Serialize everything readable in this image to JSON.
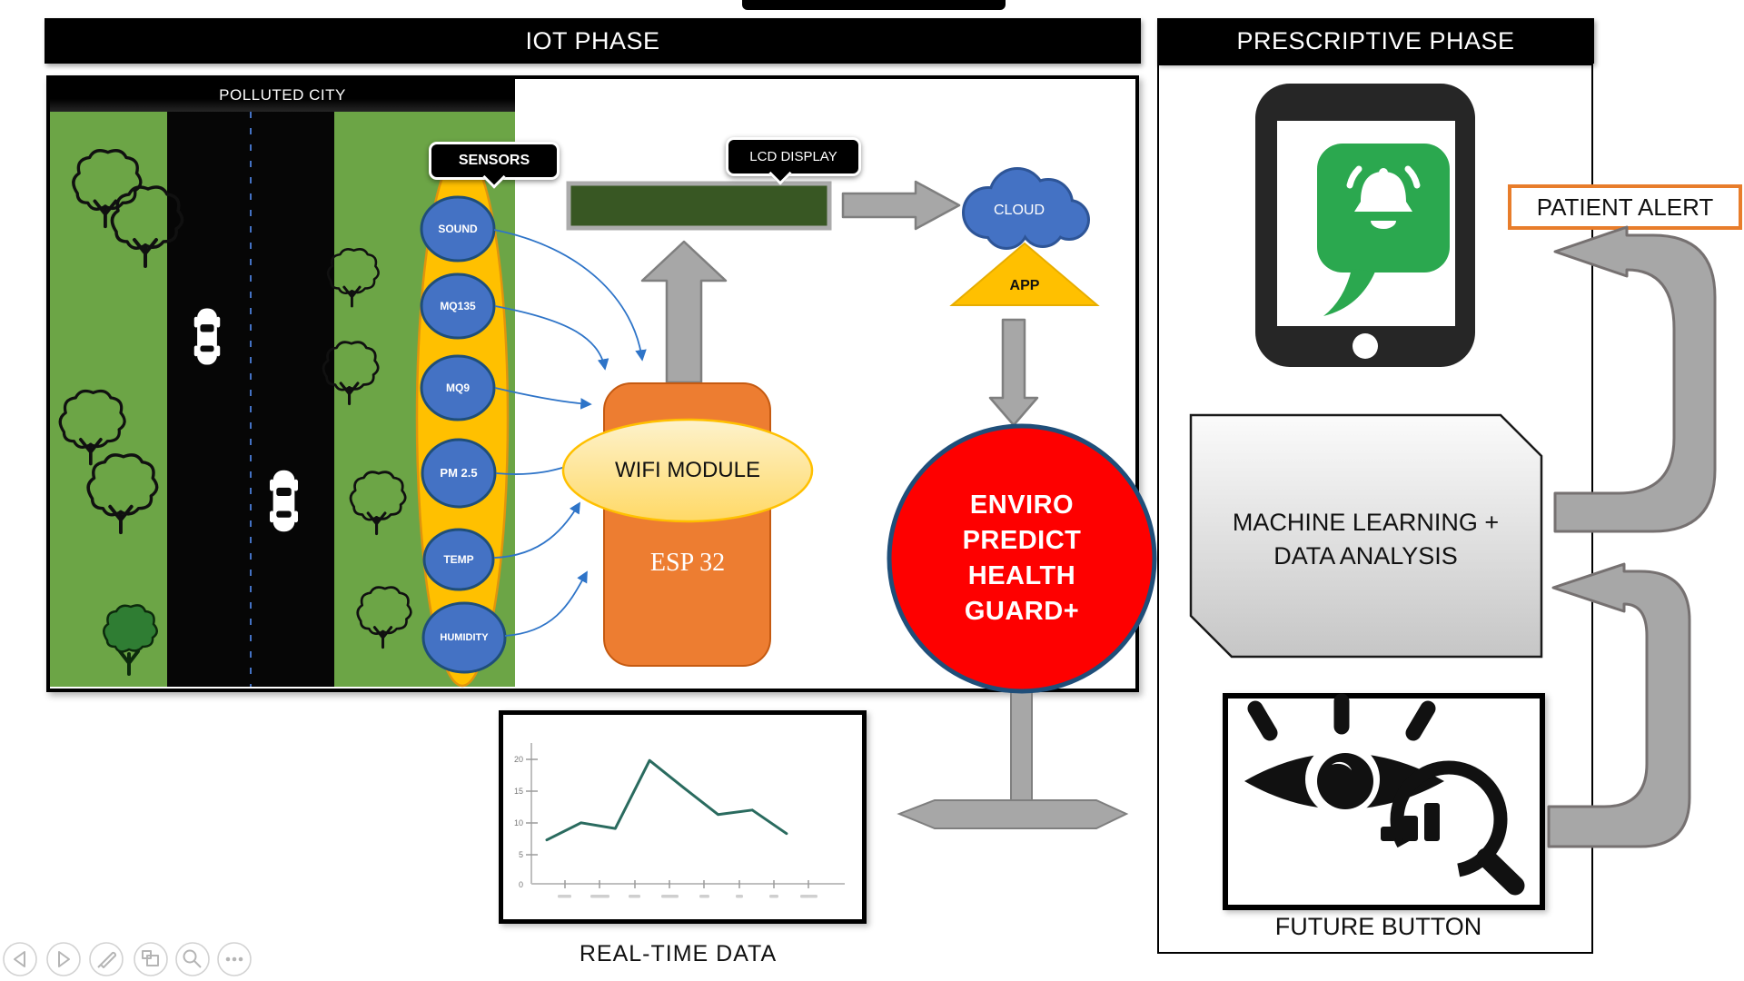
{
  "slide": {
    "iot_phase": {
      "title": "IOT PHASE",
      "polluted_city": {
        "title": "POLLUTED CITY"
      },
      "sensors": {
        "label": "SENSORS",
        "items": [
          "SOUND",
          "MQ135",
          "MQ9",
          "PM 2.5",
          "TEMP",
          "HUMIDITY"
        ]
      },
      "lcd": {
        "label": "LCD DISPLAY"
      },
      "esp32": {
        "label": "ESP 32",
        "wifi_label": "WIFI MODULE"
      },
      "cloud": {
        "label": "CLOUD"
      },
      "app": {
        "label": "APP"
      },
      "health_guard": {
        "lines": [
          "ENVIRO",
          "PREDICT",
          "HEALTH",
          "GUARD+"
        ]
      }
    },
    "prescriptive_phase": {
      "title": "PRESCRIPTIVE PHASE",
      "patient_alert_label": "PATIENT ALERT",
      "ml_box": {
        "line1": "MACHINE LEARNING +",
        "line2": "DATA ANALYSIS"
      },
      "future_button_label": "FUTURE BUTTON"
    }
  },
  "chart_data": {
    "type": "line",
    "title": "REAL-TIME DATA",
    "xlabel": "",
    "ylabel": "",
    "x_tick_labels": [
      "",
      "",
      "",
      "",
      "",
      "",
      "",
      ""
    ],
    "values": [
      6.9,
      9.6,
      8.7,
      19.4,
      15.1,
      10.9,
      11.6,
      7.9
    ],
    "ylim": [
      0,
      20
    ],
    "yticks": [
      0,
      5,
      10,
      15,
      20
    ],
    "ytick_labels_top_down": [
      "20",
      "15",
      "10",
      "5",
      "0"
    ],
    "grid": false,
    "legend": false,
    "line_color": "#2a6b5f"
  },
  "toolbar": {
    "items": [
      "previous-slide",
      "next-slide",
      "pen",
      "slide-sorter",
      "zoom",
      "more-options"
    ]
  },
  "colors": {
    "banner_black": "#000000",
    "city_green": "#6ca546",
    "sensor_oval_yellow": "#ffc000",
    "sensor_blue": "#4472c4",
    "sensor_border": "#1f4e79",
    "lcd_green": "#385723",
    "esp_orange": "#ed7d31",
    "wifi_cream": "#ffe699",
    "cloud_blue": "#4472c4",
    "app_gold": "#ffc000",
    "alert_red": "#fe0000",
    "patient_alert_orange": "#e87d2b",
    "chat_bubble_green": "#2ba84f",
    "arrow_gray": "#a7a7a7"
  }
}
